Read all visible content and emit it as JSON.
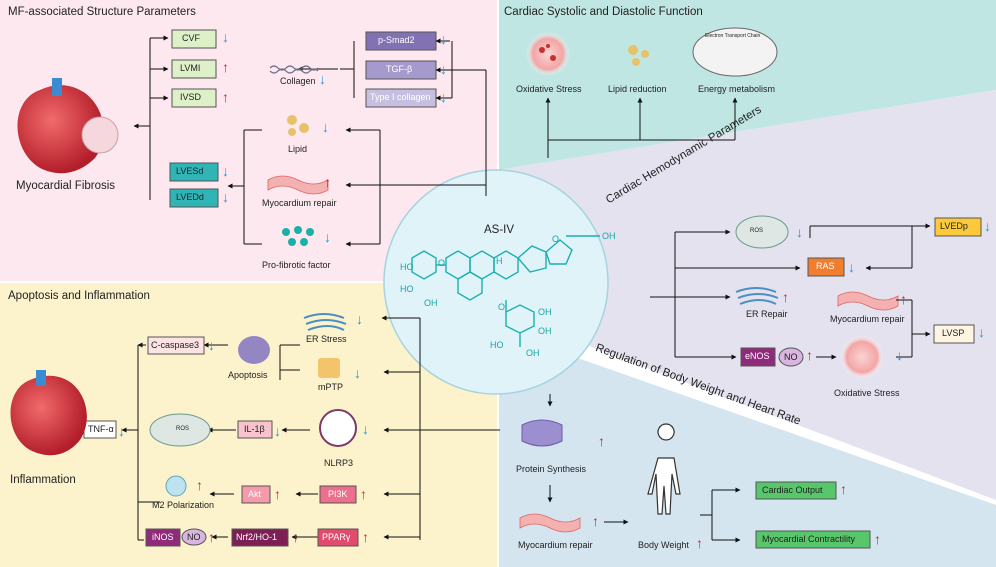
{
  "colors": {
    "mf_bg": "#fce8ee",
    "cardiac_bg": "#bfe6e3",
    "apoptosis_bg": "#fcf2cc",
    "hemo_bg": "#e5e2f0",
    "body_bg": "#d4e5ef",
    "arrow_up": "#d62828",
    "arrow_down": "#1e9bd7",
    "asiv_bg": "#dff3f8",
    "molecule": "#1ab0b0"
  },
  "mf": {
    "title": "MF-associated Structure Parameters",
    "cvf": "CVF",
    "lvmi": "LVMI",
    "ivsd": "IVSD",
    "lvesd": "LVESd",
    "lvedd": "LVEDd",
    "collagen": "Collagen",
    "psmad2": "p-Smad2",
    "tgfb": "TGF-β",
    "type1": "Type I collagen",
    "lipid": "Lipid",
    "repair": "Myocardium repair",
    "profibrotic": "Pro-fibrotic factor",
    "fibrosis": "Myocardial Fibrosis",
    "heart_icon": "heart-fibrosis-icon"
  },
  "cardiac": {
    "title": "Cardiac Systolic and Diastolic Function",
    "ox": "Oxidative Stress",
    "lipid_red": "Lipid reduction",
    "energy": "Energy metabolism",
    "etc_caption": "Electron Transport Chain"
  },
  "center": {
    "label": "AS-IV",
    "oh": "OH",
    "ho": "HO",
    "h": "H",
    "o": "O"
  },
  "hemo": {
    "title": "Cardiac Hemodynamic Parameters",
    "ros": "ROS",
    "lvedp": "LVEDp",
    "ras": "RAS",
    "er_repair": "ER Repair",
    "repair": "Myocardium repair",
    "lvsp": "LVSP",
    "enos": "eNOS",
    "no": "NO",
    "ox": "Oxidative Stress"
  },
  "apop": {
    "title": "Apoptosis and Inflammation",
    "caspase": "C-caspase3",
    "apoptosis": "Apoptosis",
    "er_stress": "ER Stress",
    "mptp": "mPTP",
    "tnfa": "TNF-α",
    "ros": "ROS",
    "il1b": "IL-1β",
    "nlrp3": "NLRP3",
    "inflammation": "Inflammation",
    "m2": "M2 Polarization",
    "akt": "Akt",
    "pi3k": "PI3K",
    "inos": "iNOS",
    "no": "NO",
    "nrf2": "Nrf2/HO-1",
    "ppar": "PPARγ"
  },
  "body": {
    "title": "Regulation of Body Weight and Heart Rate",
    "protein": "Protein Synthesis",
    "repair": "Myocardium repair",
    "weight": "Body Weight",
    "output": "Cardiac Output",
    "contractility": "Myocardial Contractility"
  }
}
